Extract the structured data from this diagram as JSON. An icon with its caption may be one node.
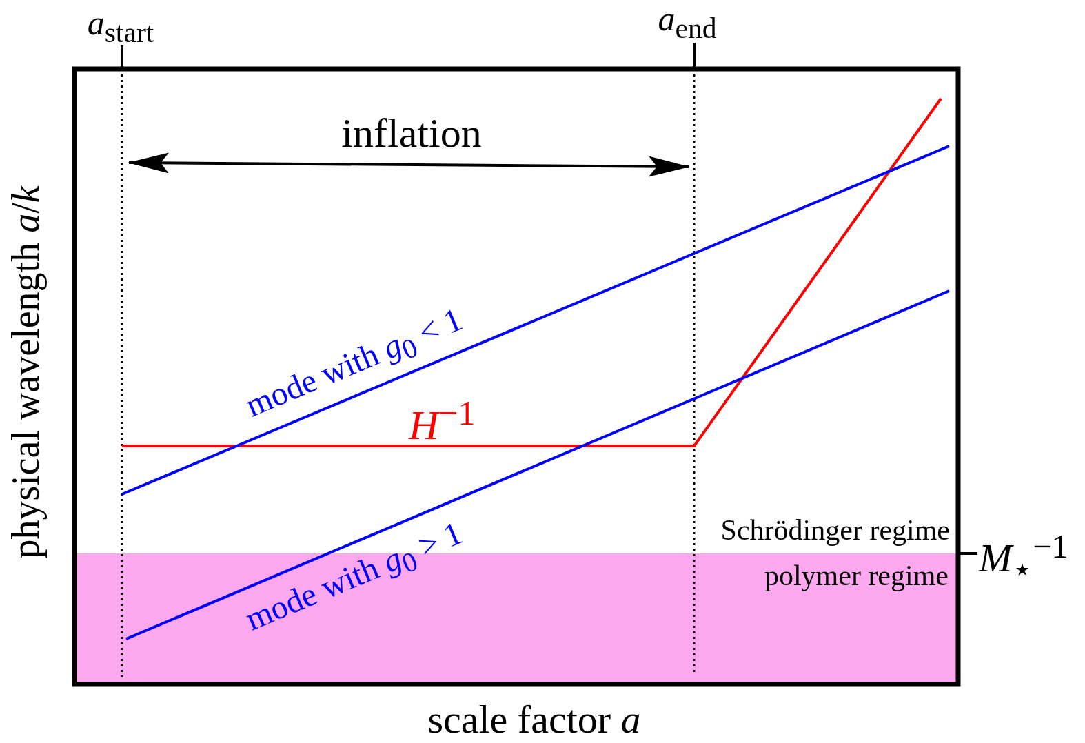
{
  "diagram": {
    "labels": [
      "*a*$_{start}$",
      "*a*$_{end}$",
      "inflation",
      "mode with *g*$_{0}$ < 1",
      "*H*$^{−1}$",
      "mode with *g*$_{0}$ > 1",
      "Schrödinger regime",
      "polymer regime",
      "*M*$_{⋆}$$^{−1}$",
      "physical wavelength *a*/*k*",
      "scale factor *a*"
    ]
  }
}
